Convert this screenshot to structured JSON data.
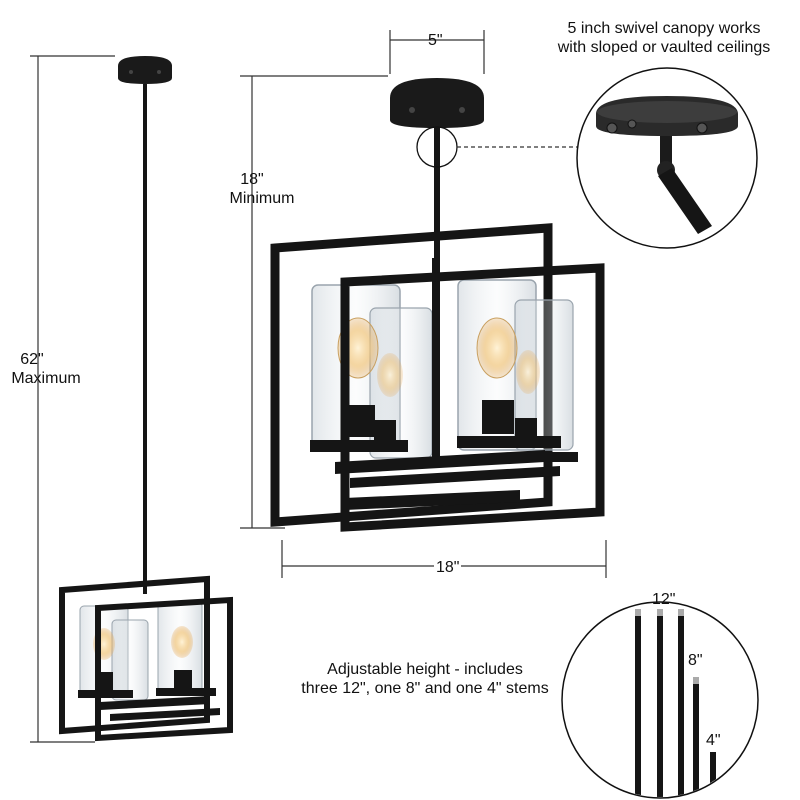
{
  "dimensions": {
    "canopy_width": "5\"",
    "min_height_value": "18\"",
    "min_height_label": "Minimum",
    "max_height_value": "62\"",
    "max_height_label": "Maximum",
    "fixture_width": "18\""
  },
  "callouts": {
    "canopy_line1": "5 inch swivel canopy works",
    "canopy_line2": "with sloped or vaulted ceilings",
    "stems_line1": "Adjustable height - includes",
    "stems_line2": "three 12\", one 8\" and one 4\" stems"
  },
  "stems": {
    "label_12": "12\"",
    "label_8": "8\"",
    "label_4": "4\""
  },
  "colors": {
    "metal": "#151515",
    "glass": "#d7dde2",
    "bulb": "#e3a24a",
    "line": "#333333"
  }
}
